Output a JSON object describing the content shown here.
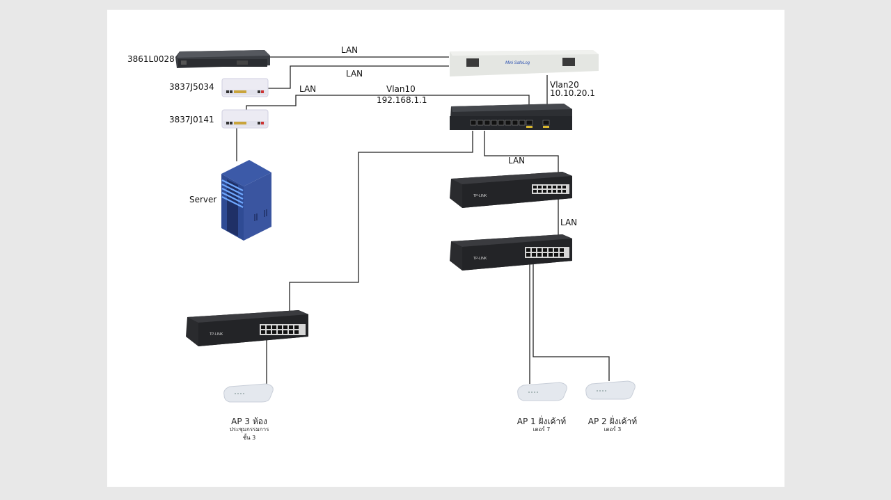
{
  "diagram": {
    "devices": {
      "router": {
        "label": "3861L0028",
        "type": "router"
      },
      "modem1": {
        "label": "3837J5034",
        "type": "modem"
      },
      "modem2": {
        "label": "3837J0141",
        "type": "modem"
      },
      "server": {
        "label": "Server",
        "type": "server"
      },
      "safelog": {
        "label": "Mini SafeLog",
        "type": "logger"
      },
      "core_switch": {
        "label": "",
        "type": "managed-switch"
      },
      "switch_a": {
        "label": "TP-LINK",
        "type": "switch"
      },
      "switch_b": {
        "label": "TP-LINK",
        "type": "switch"
      },
      "switch_c": {
        "label": "TP-LINK",
        "type": "switch"
      },
      "ap1": {
        "title": "AP 1 ฝั่งเค้าท์",
        "sub": "เตอร์ 7"
      },
      "ap2": {
        "title": "AP 2 ฝั่งเค้าท์",
        "sub": "เตอร์ 3"
      },
      "ap3": {
        "title": "AP 3 ห้อง",
        "sub1": "ประชุมกรรมการ",
        "sub2": "ชั้น 3"
      }
    },
    "links": {
      "router_safelog": "LAN",
      "modem1_safelog": "LAN",
      "modem2_lan": "LAN",
      "vlan10_name": "Vlan10",
      "vlan10_ip": "192.168.1.1",
      "vlan20_name": "Vlan20",
      "vlan20_ip": "10.10.20.1",
      "core_switch_a": "LAN",
      "switch_a_b": "LAN"
    }
  },
  "colors": {
    "page": "#ffffff",
    "background": "#e8e8e8",
    "wire": "#222222",
    "server": "#2f4b94",
    "server_light": "#6fa8ff",
    "switch_body": "#2a2b2e"
  }
}
